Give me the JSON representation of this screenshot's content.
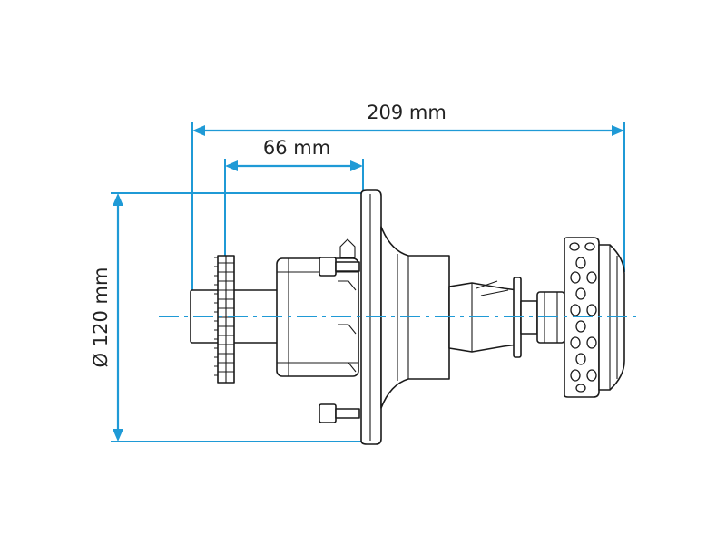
{
  "dimensions": {
    "overall_length": "209 mm",
    "gear_to_flange": "66 mm",
    "flange_diameter": "Ø 120 mm"
  },
  "colors": {
    "dimension": "#1f9ad6",
    "outline": "#1a1a1a"
  }
}
